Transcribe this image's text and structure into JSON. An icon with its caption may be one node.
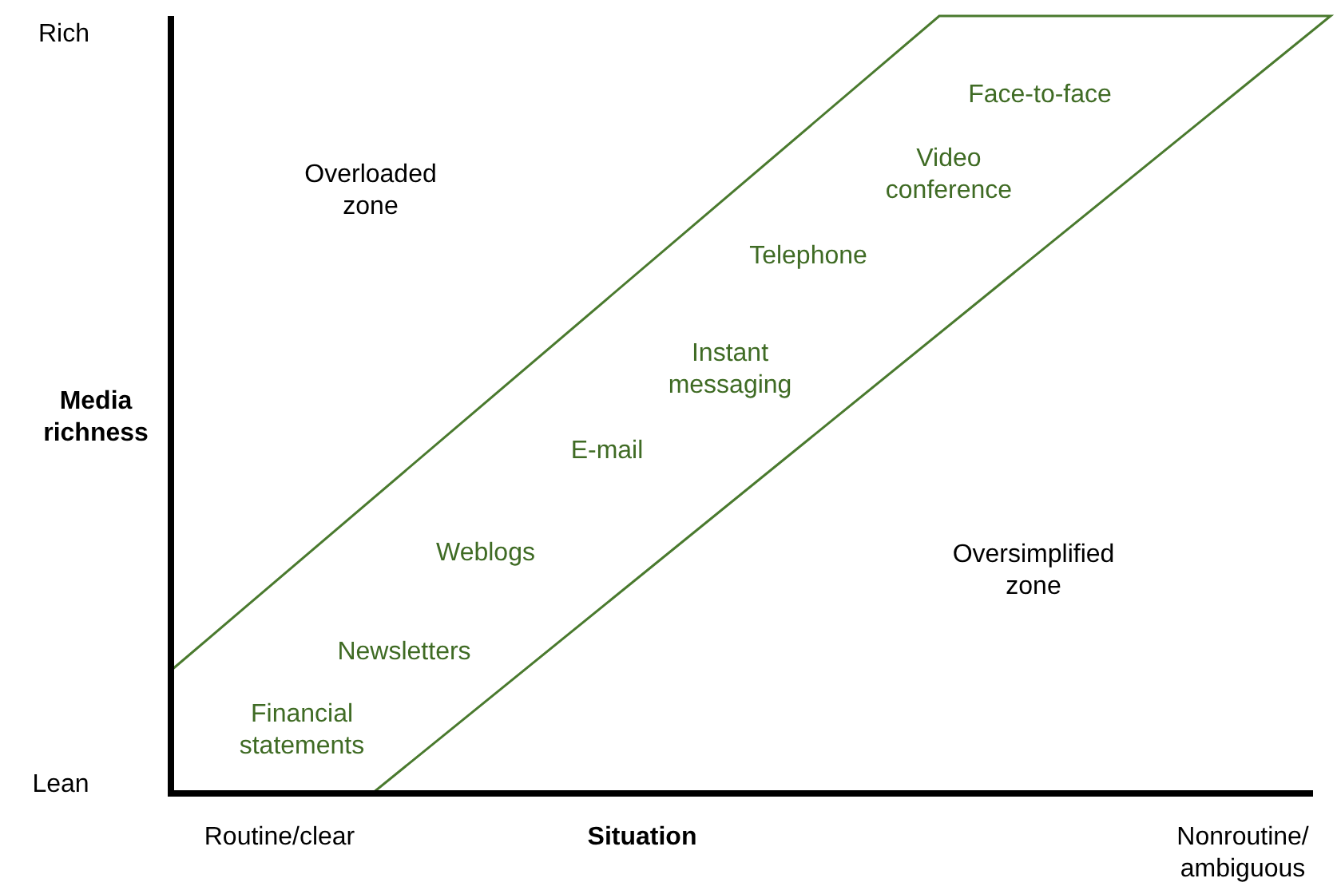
{
  "diagram": {
    "labels": [
      "Rich",
      "Overloaded zone",
      "Face-to-face",
      "Video conference",
      "Telephone",
      "Instant messaging",
      "Media richness",
      "E-mail",
      "Weblogs",
      "Oversimplified zone",
      "Newsletters",
      "Financial statements",
      "Lean",
      "Routine/clear",
      "Situation",
      "Nonroutine/ ambiguous"
    ]
  }
}
